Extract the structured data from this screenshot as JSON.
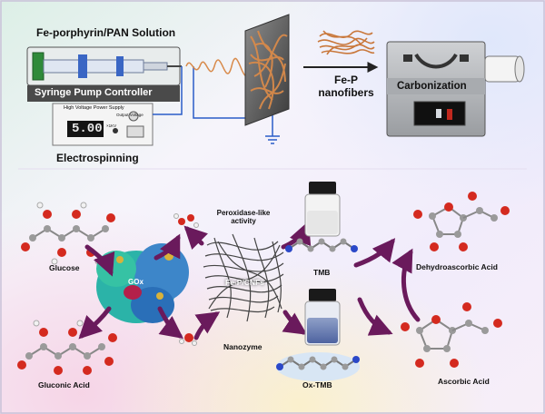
{
  "synthesis": {
    "solution_label": "Fe-porphyrin/PAN Solution",
    "pump_label": "Syringe Pump Controller",
    "power_supply": {
      "title": "High Voltage Power Supply",
      "subtitle": "Output Voltage",
      "display": "5.00",
      "unit": "×1KV"
    },
    "electrospinning_label": "Electrospinning",
    "product_label_line1": "Fe-P",
    "product_label_line2": "nanofibers",
    "furnace_label": "Carbonization"
  },
  "mechanism": {
    "glucose": "Glucose",
    "gluconic_acid": "Gluconic Acid",
    "enzyme": "GOx",
    "peroxidase_line1": "Peroxidase-like",
    "peroxidase_line2": "activity",
    "catalyst": "Fe-P/CNFs",
    "nanozyme": "Nanozyme",
    "tmb": "TMB",
    "ox_tmb": "Ox-TMB",
    "dehydroascorbic": "Dehydroascorbic Acid",
    "ascorbic": "Ascorbic Acid"
  },
  "colors": {
    "arrow": "#6a1a5c",
    "fiber": "#d88a4a",
    "furnace": "#b9bcc0",
    "pump_bar": "#4a4a4a",
    "oxygen": "#d42a1f",
    "carbon": "#9a9a9a",
    "hydrogen": "#f2f2f2",
    "nitrogen": "#2b48c8",
    "solution_blue": "#5a72a8"
  }
}
